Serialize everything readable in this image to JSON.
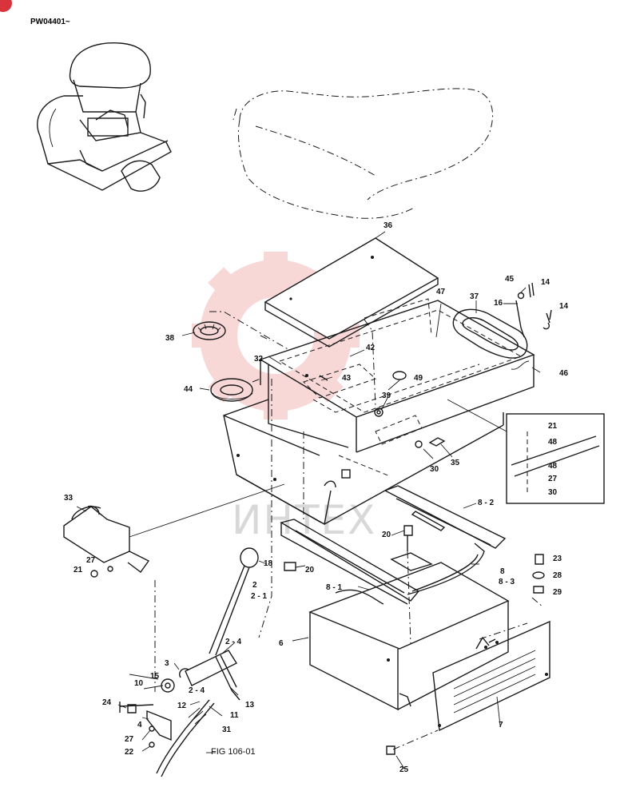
{
  "header": {
    "model_code": "PW04401~"
  },
  "watermark": {
    "text": "ИНТЕХ",
    "color": "#e06060"
  },
  "figure_ref": "FIG 106-01",
  "callouts": {
    "c36": "36",
    "c45": "45",
    "c14a": "14",
    "c14b": "14",
    "c16": "16",
    "c37": "37",
    "c47": "47",
    "c38": "38",
    "c42": "42",
    "c32": "32",
    "c43": "43",
    "c49": "49",
    "c46": "46",
    "c44": "44",
    "c39": "39",
    "c21a": "21",
    "c48a": "48",
    "c35": "35",
    "c30a": "30",
    "c48b": "48",
    "c27a": "27",
    "c30b": "30",
    "c33": "33",
    "c82": "8 - 2",
    "c20a": "20",
    "c23": "23",
    "c18": "18",
    "c27b": "27",
    "c21b": "21",
    "c20b": "20",
    "c28": "28",
    "c8": "8",
    "c83": "8 - 3",
    "c81": "8 - 1",
    "c29": "29",
    "c2": "2",
    "c21x": "2 - 1",
    "c6": "6",
    "c24a": "2 - 4",
    "c3": "3",
    "c15": "15",
    "c10": "10",
    "c24b": "2 - 4",
    "c13": "13",
    "c12": "12",
    "c11": "11",
    "c24": "24",
    "c4": "4",
    "c31": "31",
    "c27c": "27",
    "c22": "22",
    "c7": "7",
    "c25": "25"
  }
}
